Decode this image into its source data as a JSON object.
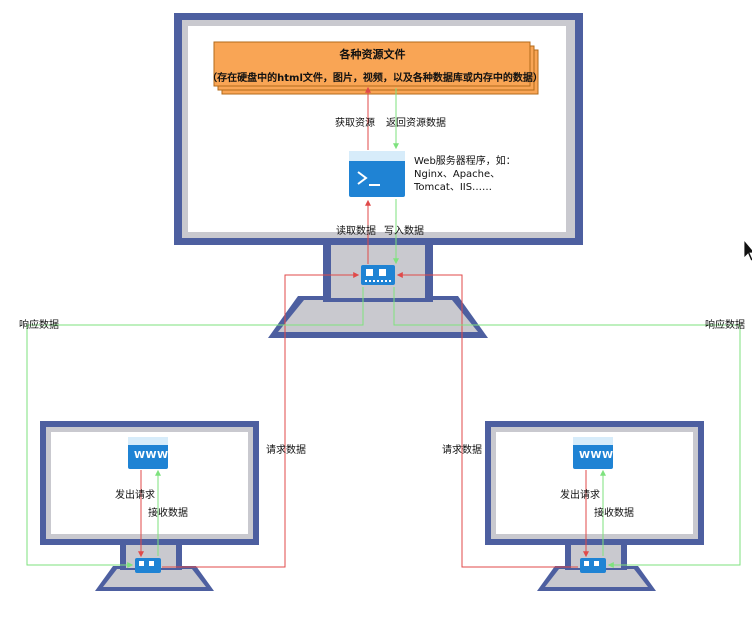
{
  "resource": {
    "title": "各种资源文件",
    "subtitle": "（存在硬盘中的html文件，图片，视频，以及各种数据库或内存中的数据）"
  },
  "server": {
    "description": "Web服务器程序，如：\nNginx、Apache、\nTomcat、IIS……",
    "icon": "terminal-icon"
  },
  "labels": {
    "get_resource": "获取资源",
    "return_resource": "返回资源数据",
    "read_data": "读取数据",
    "write_data": "写入数据",
    "response_left": "响应数据",
    "response_right": "响应数据",
    "request_left": "请求数据",
    "request_right": "请求数据"
  },
  "clients": [
    {
      "www": "WWW",
      "send": "发出请求",
      "receive": "接收数据"
    },
    {
      "www": "WWW",
      "send": "发出请求",
      "receive": "接收数据"
    }
  ],
  "colors": {
    "monitor_frame": "#4d5fa0",
    "monitor_stand": "#c9c9cf",
    "resource_fill": "#f9a555",
    "resource_border": "#b36a1a",
    "icon_blue": "#1f83d4",
    "request_line": "#e04a4a",
    "response_line": "#7ee27e"
  }
}
